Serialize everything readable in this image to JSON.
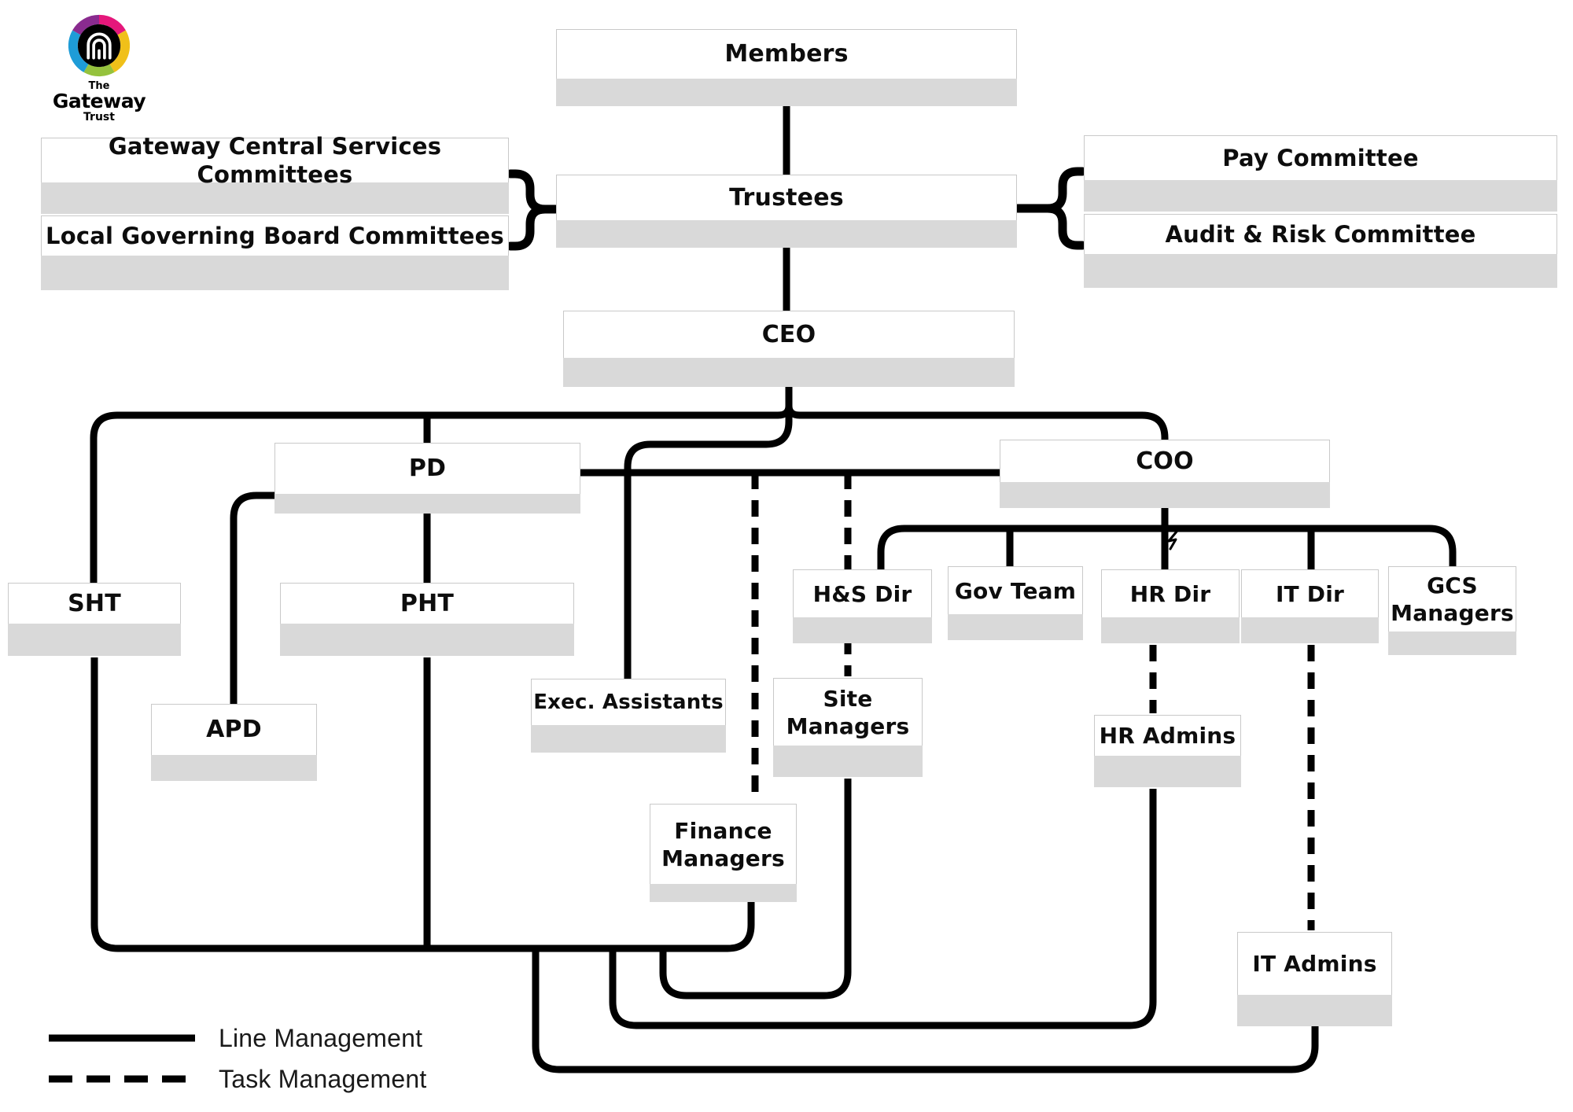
{
  "logo": {
    "line1": "The",
    "line2": "Gateway",
    "line3": "Trust"
  },
  "nodes": {
    "members": {
      "label": "Members"
    },
    "trustees": {
      "label": "Trustees"
    },
    "gcs_committees": {
      "label": "Gateway Central Services Committees"
    },
    "lgb_committees": {
      "label": "Local Governing Board Committees"
    },
    "pay_committee": {
      "label": "Pay Committee"
    },
    "audit_risk_committee": {
      "label": "Audit & Risk Committee"
    },
    "ceo": {
      "label": "CEO"
    },
    "pd": {
      "label": "PD"
    },
    "coo": {
      "label": "COO"
    },
    "sht": {
      "label": "SHT"
    },
    "pht": {
      "label": "PHT"
    },
    "apd": {
      "label": "APD"
    },
    "exec_assistants": {
      "label": "Exec. Assistants"
    },
    "site_managers": {
      "label": "Site Managers"
    },
    "hs_dir": {
      "label": "H&S Dir"
    },
    "gov_team": {
      "label": "Gov Team"
    },
    "hr_dir": {
      "label": "HR Dir"
    },
    "it_dir": {
      "label": "IT Dir"
    },
    "gcs_managers": {
      "label": "GCS Managers"
    },
    "hr_admins": {
      "label": "HR Admins"
    },
    "finance_managers": {
      "label": "Finance Managers"
    },
    "it_admins": {
      "label": "IT Admins"
    }
  },
  "legend": {
    "line_management": "Line Management",
    "task_management": "Task Management"
  },
  "colors": {
    "connector": "#000000",
    "box_border": "#c9c9c9",
    "box_strip": "#d9d9d9",
    "logo_purple": "#8A2B8F",
    "logo_pink": "#E5177B",
    "logo_yellow": "#F0C019",
    "logo_green": "#95C23D",
    "logo_blue": "#1E9CD7"
  }
}
